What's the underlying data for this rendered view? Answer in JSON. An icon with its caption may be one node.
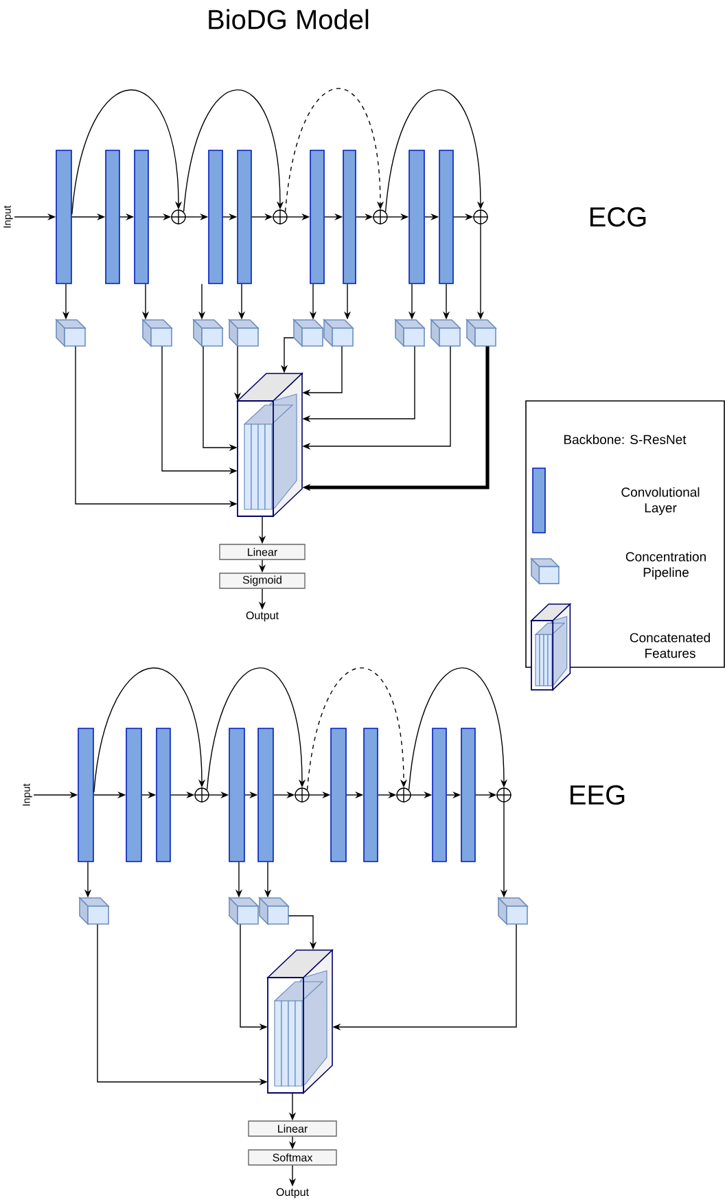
{
  "diagram": {
    "title": "BioDG Model",
    "nodes": [
      {
        "text": [
          "Input"
        ]
      },
      {
        "text": [],
        "shape": "bar"
      },
      {
        "text": [],
        "shape": "bar"
      },
      {
        "text": [],
        "shape": "bar"
      },
      {
        "text": [],
        "shape": "circle"
      },
      {
        "text": [],
        "shape": "bar"
      },
      {
        "text": [],
        "shape": "bar"
      },
      {
        "text": [],
        "shape": "circle"
      },
      {
        "text": [],
        "shape": "bar"
      },
      {
        "text": [],
        "shape": "bar"
      },
      {
        "text": [],
        "shape": "circle"
      },
      {
        "text": [],
        "shape": "bar"
      },
      {
        "text": [],
        "shape": "bar"
      },
      {
        "text": [],
        "shape": "circle"
      },
      {
        "text": [],
        "shape": "cube"
      },
      {
        "text": [],
        "shape": "cube"
      },
      {
        "text": [],
        "shape": "cube"
      },
      {
        "text": [],
        "shape": "cube"
      },
      {
        "text": [],
        "shape": "cube"
      },
      {
        "text": [],
        "shape": "cube"
      },
      {
        "text": [],
        "shape": "cube"
      },
      {
        "text": [],
        "shape": "cube"
      },
      {
        "text": [],
        "shape": "cube"
      },
      {
        "text": [],
        "shape": "block"
      },
      {
        "text": [
          "Linear"
        ]
      },
      {
        "text": [
          "Sigmoid"
        ]
      },
      {
        "text": [
          "Output"
        ]
      },
      {
        "text": [
          "Input"
        ]
      },
      {
        "text": [],
        "shape": "bar"
      },
      {
        "text": [],
        "shape": "bar"
      },
      {
        "text": [],
        "shape": "bar"
      },
      {
        "text": [],
        "shape": "circle"
      },
      {
        "text": [],
        "shape": "bar"
      },
      {
        "text": [],
        "shape": "bar"
      },
      {
        "text": [],
        "shape": "circle"
      },
      {
        "text": [],
        "shape": "bar"
      },
      {
        "text": [],
        "shape": "bar"
      },
      {
        "text": [],
        "shape": "circle"
      },
      {
        "text": [],
        "shape": "bar"
      },
      {
        "text": [],
        "shape": "bar"
      },
      {
        "text": [],
        "shape": "circle"
      },
      {
        "text": [],
        "shape": "cube"
      },
      {
        "text": [],
        "shape": "cube"
      },
      {
        "text": [],
        "shape": "cube"
      },
      {
        "text": [],
        "shape": "cube"
      },
      {
        "text": [],
        "shape": "block"
      },
      {
        "text": [
          "Linear"
        ]
      },
      {
        "text": [
          "Softmax"
        ]
      },
      {
        "text": [
          "Output"
        ]
      }
    ],
    "edges": [
      {
        "from": 0,
        "to": 1,
        "arrow": "to"
      },
      {
        "from": 1,
        "to": 2,
        "arrow": "to"
      },
      {
        "from": 2,
        "to": 3,
        "arrow": "to"
      },
      {
        "from": 3,
        "to": 4,
        "arrow": "to"
      },
      {
        "from": 4,
        "to": 5,
        "arrow": "to"
      },
      {
        "from": 5,
        "to": 6,
        "arrow": "to"
      },
      {
        "from": 6,
        "to": 7,
        "arrow": "to"
      },
      {
        "from": 7,
        "to": 8,
        "arrow": "to"
      },
      {
        "from": 8,
        "to": 9,
        "arrow": "to"
      },
      {
        "from": 9,
        "to": 10,
        "arrow": "to"
      },
      {
        "from": 10,
        "to": 11,
        "arrow": "to"
      },
      {
        "from": 11,
        "to": 12,
        "arrow": "to"
      },
      {
        "from": 12,
        "to": 13,
        "arrow": "to"
      },
      {
        "from": 1,
        "to": 4,
        "arrow": "to"
      },
      {
        "from": 4,
        "to": 7,
        "arrow": "to"
      },
      {
        "from": 7,
        "to": 10,
        "arrow": "to",
        "style": "dashed"
      },
      {
        "from": 10,
        "to": 13,
        "arrow": "to"
      },
      {
        "from": 1,
        "to": 14,
        "arrow": "to"
      },
      {
        "from": 3,
        "to": 15,
        "arrow": "to"
      },
      {
        "from": 5,
        "to": 16,
        "arrow": "to"
      },
      {
        "from": 6,
        "to": 17,
        "arrow": "to"
      },
      {
        "from": 8,
        "to": 18,
        "arrow": "to"
      },
      {
        "from": 9,
        "to": 19,
        "arrow": "to"
      },
      {
        "from": 11,
        "to": 20,
        "arrow": "to"
      },
      {
        "from": 12,
        "to": 21,
        "arrow": "to"
      },
      {
        "from": 13,
        "to": 22,
        "arrow": "to"
      },
      {
        "from": 14,
        "to": 23,
        "arrow": "to"
      },
      {
        "from": 15,
        "to": 23,
        "arrow": "to"
      },
      {
        "from": 16,
        "to": 23,
        "arrow": "to"
      },
      {
        "from": 17,
        "to": 23,
        "arrow": "to"
      },
      {
        "from": 18,
        "to": 23,
        "arrow": "to"
      },
      {
        "from": 19,
        "to": 23,
        "arrow": "to"
      },
      {
        "from": 20,
        "to": 23,
        "arrow": "to"
      },
      {
        "from": 21,
        "to": 23,
        "arrow": "to"
      },
      {
        "from": 22,
        "to": 23,
        "arrow": "to",
        "style": "thick"
      },
      {
        "from": 23,
        "to": 24,
        "arrow": "to"
      },
      {
        "from": 24,
        "to": 25,
        "arrow": "to"
      },
      {
        "from": 25,
        "to": 26,
        "arrow": "to"
      },
      {
        "from": 27,
        "to": 28,
        "arrow": "to"
      },
      {
        "from": 28,
        "to": 29,
        "arrow": "to"
      },
      {
        "from": 29,
        "to": 30,
        "arrow": "to"
      },
      {
        "from": 30,
        "to": 31,
        "arrow": "to"
      },
      {
        "from": 31,
        "to": 32,
        "arrow": "to"
      },
      {
        "from": 32,
        "to": 33,
        "arrow": "to"
      },
      {
        "from": 33,
        "to": 34,
        "arrow": "to"
      },
      {
        "from": 34,
        "to": 35,
        "arrow": "to"
      },
      {
        "from": 35,
        "to": 36,
        "arrow": "to"
      },
      {
        "from": 36,
        "to": 37,
        "arrow": "to"
      },
      {
        "from": 37,
        "to": 38,
        "arrow": "to"
      },
      {
        "from": 38,
        "to": 39,
        "arrow": "to"
      },
      {
        "from": 39,
        "to": 40,
        "arrow": "to"
      },
      {
        "from": 28,
        "to": 31,
        "arrow": "to"
      },
      {
        "from": 31,
        "to": 34,
        "arrow": "to"
      },
      {
        "from": 34,
        "to": 37,
        "arrow": "to",
        "style": "dashed"
      },
      {
        "from": 37,
        "to": 40,
        "arrow": "to"
      },
      {
        "from": 28,
        "to": 41,
        "arrow": "to"
      },
      {
        "from": 32,
        "to": 42,
        "arrow": "to"
      },
      {
        "from": 33,
        "to": 43,
        "arrow": "to"
      },
      {
        "from": 40,
        "to": 44,
        "arrow": "to"
      },
      {
        "from": 41,
        "to": 45,
        "arrow": "to"
      },
      {
        "from": 42,
        "to": 45,
        "arrow": "to"
      },
      {
        "from": 43,
        "to": 45,
        "arrow": "to"
      },
      {
        "from": 44,
        "to": 45,
        "arrow": "to"
      },
      {
        "from": 45,
        "to": 46,
        "arrow": "to"
      },
      {
        "from": 46,
        "to": 47,
        "arrow": "to"
      },
      {
        "from": 47,
        "to": 48,
        "arrow": "to"
      }
    ],
    "labels": [
      "ECG",
      "Backbone: S-ResNet",
      "EEG"
    ],
    "legend": [
      {
        "text": "Convolutional Layer"
      },
      {
        "text": "Concentration Pipeline"
      },
      {
        "text": "Concatenated Features"
      }
    ]
  }
}
